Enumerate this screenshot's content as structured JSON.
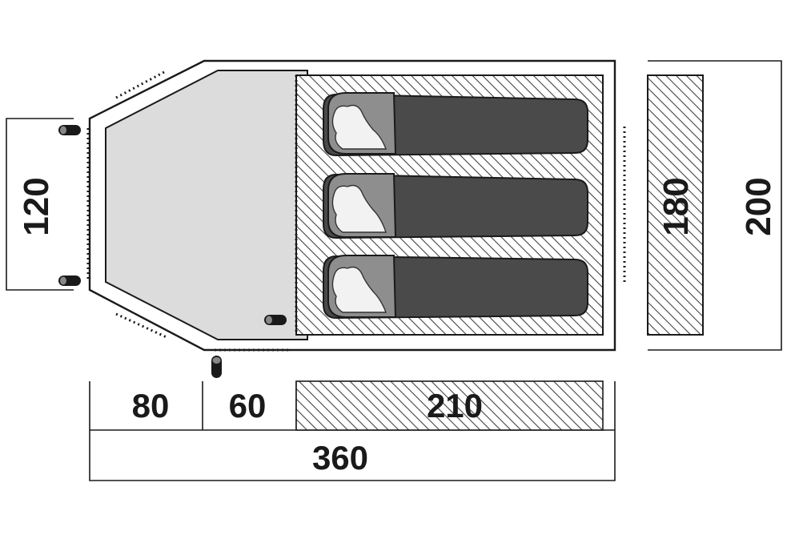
{
  "dimensions": {
    "porch_length": "80",
    "vestibule_length": "60",
    "inner_length": "210",
    "total_length": "360",
    "door_width": "120",
    "inner_width": "180",
    "total_width": "200"
  },
  "colors": {
    "outline": "#1a1a1a",
    "vestibule_fill": "#dcdcdc",
    "sleeping_bag": "#4a4a4a",
    "bag_hood": "#8e8e8e",
    "hatch": "#444444"
  },
  "sleeping_bags": [
    {
      "id": "bag-1"
    },
    {
      "id": "bag-2"
    },
    {
      "id": "bag-3"
    }
  ]
}
